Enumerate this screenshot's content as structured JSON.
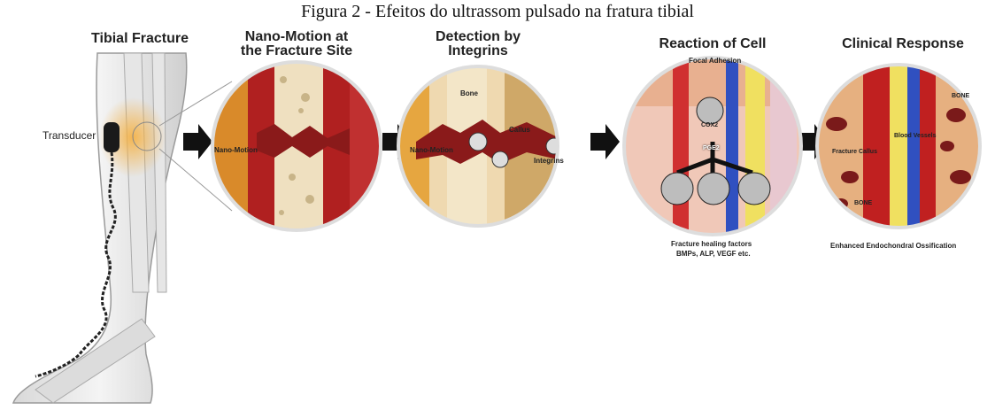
{
  "caption": "Figura 2 - Efeitos do ultrassom pulsado na fratura tibial",
  "panels": {
    "p1": {
      "title": "Tibial Fracture",
      "label_transducer": "Transducer"
    },
    "p2": {
      "title_line1": "Nano-Motion at",
      "title_line2": "the Fracture Site",
      "label": "Nano-Motion"
    },
    "p3": {
      "title_line1": "Detection by",
      "title_line2": "Integrins",
      "label_bone": "Bone",
      "label_callus": "Callus",
      "label_integrins": "Integrins",
      "label_nano": "Nano-Motion"
    },
    "p4": {
      "title": "Reaction of Cell",
      "subtitle": "Focal Adhesion",
      "label_cox2": "COX2",
      "label_pge2": "PGE2",
      "footer_line1": "Fracture healing factors",
      "footer_line2": "BMPs, ALP, VEGF etc."
    },
    "p5": {
      "title": "Clinical Response",
      "label_bone1": "BONE",
      "label_bone2": "BONE",
      "label_vessels": "Blood Vessels",
      "label_callus": "Fracture Callus",
      "footer": "Enhanced Endochondral Ossification"
    }
  },
  "colors": {
    "bone": "#efe0c0",
    "marrow": "#a02020",
    "callus": "#8a1a1a",
    "vessel_red": "#d02020",
    "vessel_blue": "#3050c0",
    "arrow": "#111111"
  }
}
